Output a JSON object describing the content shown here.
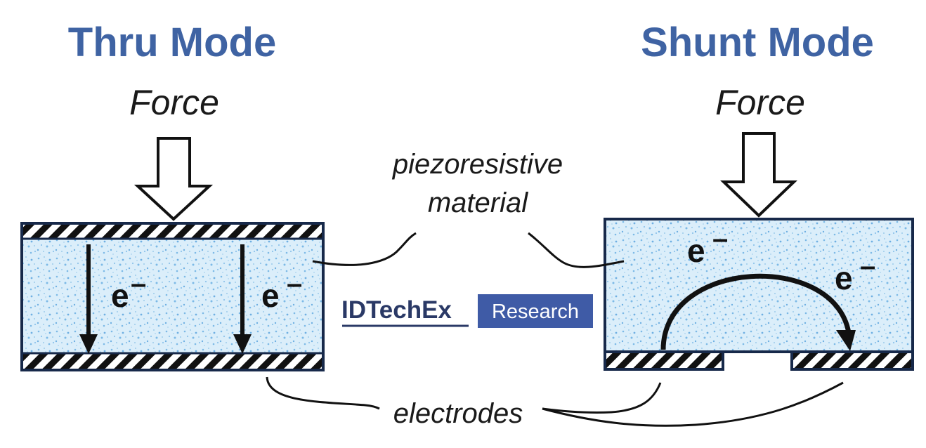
{
  "thru_mode": {
    "title": "Thru Mode",
    "force_label": "Force",
    "electron_left": "e",
    "electron_right": "e",
    "electron_sign": "–"
  },
  "shunt_mode": {
    "title": "Shunt Mode",
    "force_label": "Force",
    "electron_top": "e",
    "electron_right": "e",
    "electron_sign": "–"
  },
  "callouts": {
    "material_line1": "piezoresistive",
    "material_line2": "material",
    "electrodes": "electrodes"
  },
  "logo": {
    "brand": "IDTechEx",
    "tag": "Research"
  },
  "colors": {
    "title_blue": "#3f63a3",
    "material_fill": "#dbeefa",
    "material_dots": "#7cb9e6",
    "box_border": "#17294a",
    "logo_navy": "#2a3966",
    "logo_badge": "#3f5ba6"
  }
}
